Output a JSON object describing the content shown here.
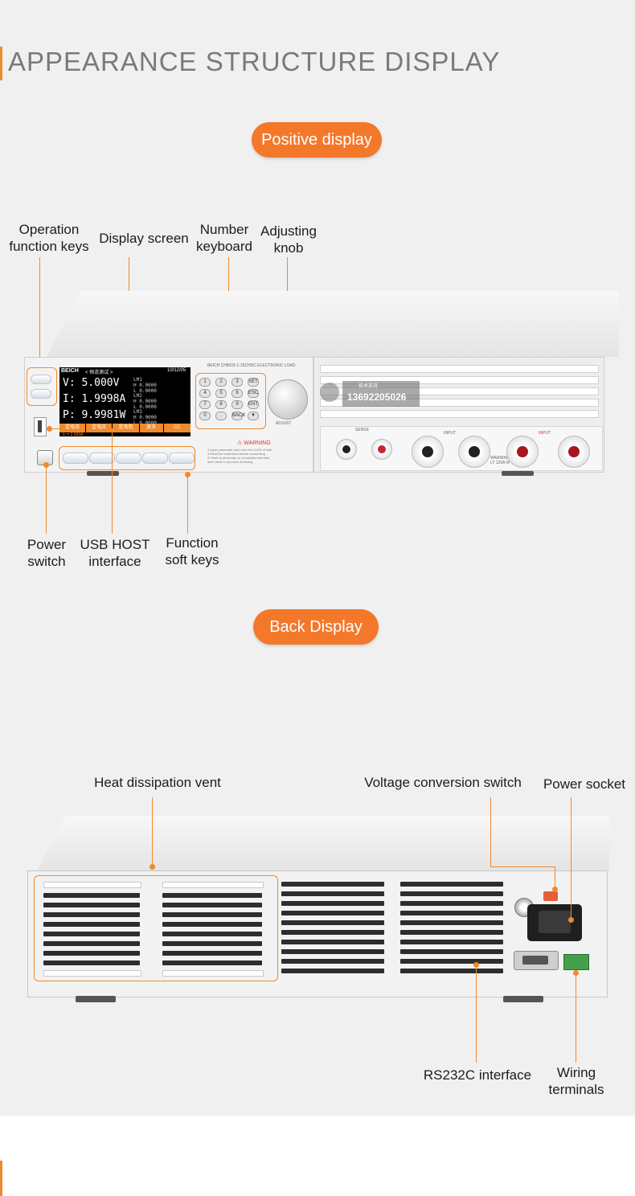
{
  "page": {
    "title": "APPEARANCE STRUCTURE DISPLAY",
    "colors": {
      "accent": "#f3782a",
      "background": "#f0f0f0",
      "label_text": "#1c1c1c"
    }
  },
  "front": {
    "pill": "Positive display",
    "labels": {
      "operation_keys": "Operation\nfunction keys",
      "display_screen": "Display screen",
      "number_keyboard": "Number\nkeyboard",
      "adjusting_knob": "Adjusting\nknob",
      "power_switch": "Power\nswitch",
      "usb_host": "USB HOST\ninterface",
      "function_soft_keys": "Function\nsoft keys"
    },
    "device": {
      "brand": "BEICH",
      "screen_header": "< 恒流测试 >",
      "screen_date": "10/12/05",
      "readouts": [
        "V:  5.000V",
        "I:  1.9998A",
        "P:  9.9981W"
      ],
      "status_line": "Ic = 2.000A",
      "soft_tabs": [
        "定电流",
        "定电压",
        "定电阻",
        "更多",
        "CC"
      ],
      "panel_model": "BEICH CH8015 1-15CHDC ELECTRONIC LOAD",
      "keypad": [
        "1",
        "2",
        "3",
        "SET",
        "4",
        "5",
        "6",
        "ESC",
        "7",
        "8",
        "9",
        "ENT",
        "0",
        ".",
        "BACK",
        "▼"
      ],
      "knob_label": "ADJUST",
      "warning_title": "⚠ WARNING",
      "watermark_line1": "技术支持",
      "watermark_phone": "13692205026",
      "sense_label": "SENSE",
      "input_label_1": "INPUT",
      "input_label_2": "INPUT",
      "rating_label": "WARNING\nLT 120A W"
    }
  },
  "back": {
    "pill": "Back Display",
    "labels": {
      "heat_vent": "Heat dissipation vent",
      "voltage_switch": "Voltage conversion switch",
      "power_socket": "Power socket",
      "rs232c": "RS232C interface",
      "wiring_terminals": "Wiring\nterminals"
    }
  }
}
